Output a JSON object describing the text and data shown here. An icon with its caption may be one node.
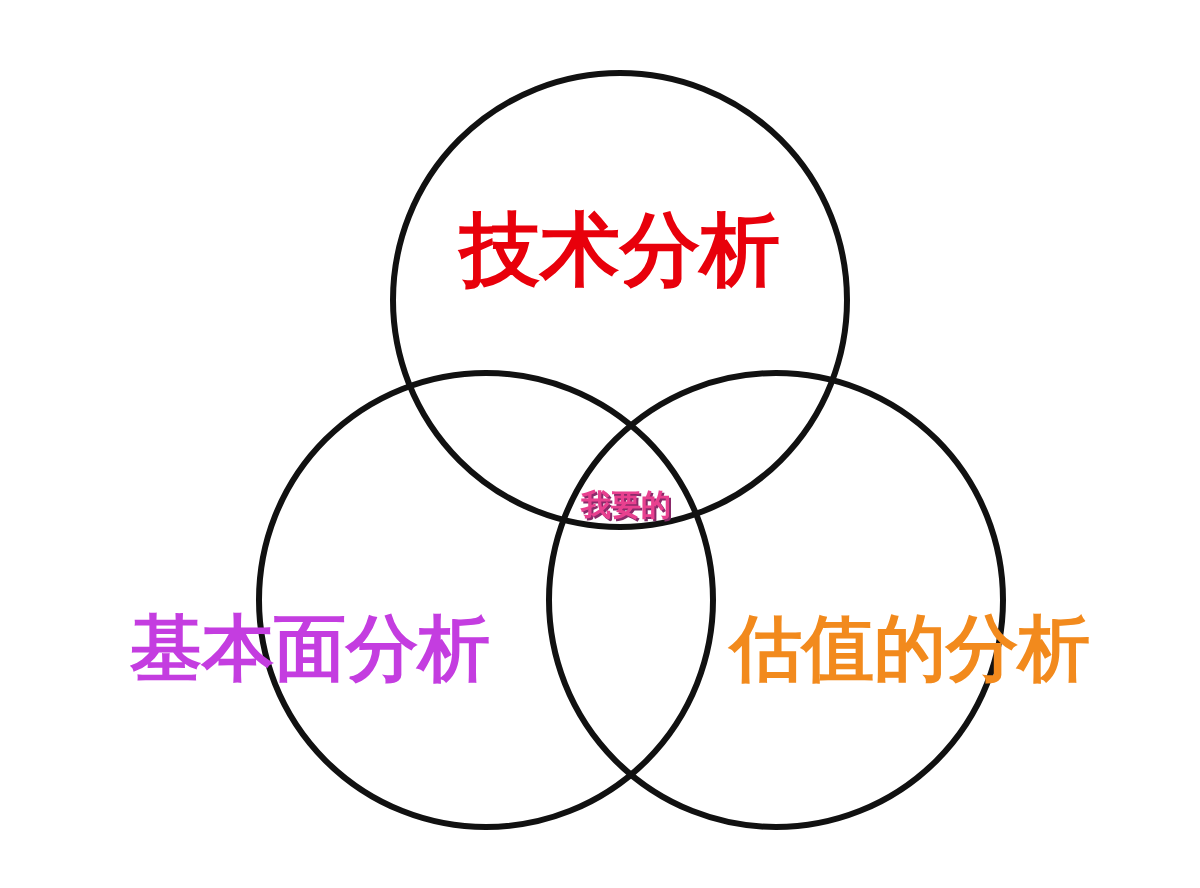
{
  "diagram": {
    "nodes": [
      {
        "text": [
          "技术分析"
        ]
      },
      {
        "text": [
          "基本面分析"
        ]
      },
      {
        "text": [
          "估值的分析"
        ]
      }
    ],
    "labels": [
      "我要的"
    ]
  }
}
